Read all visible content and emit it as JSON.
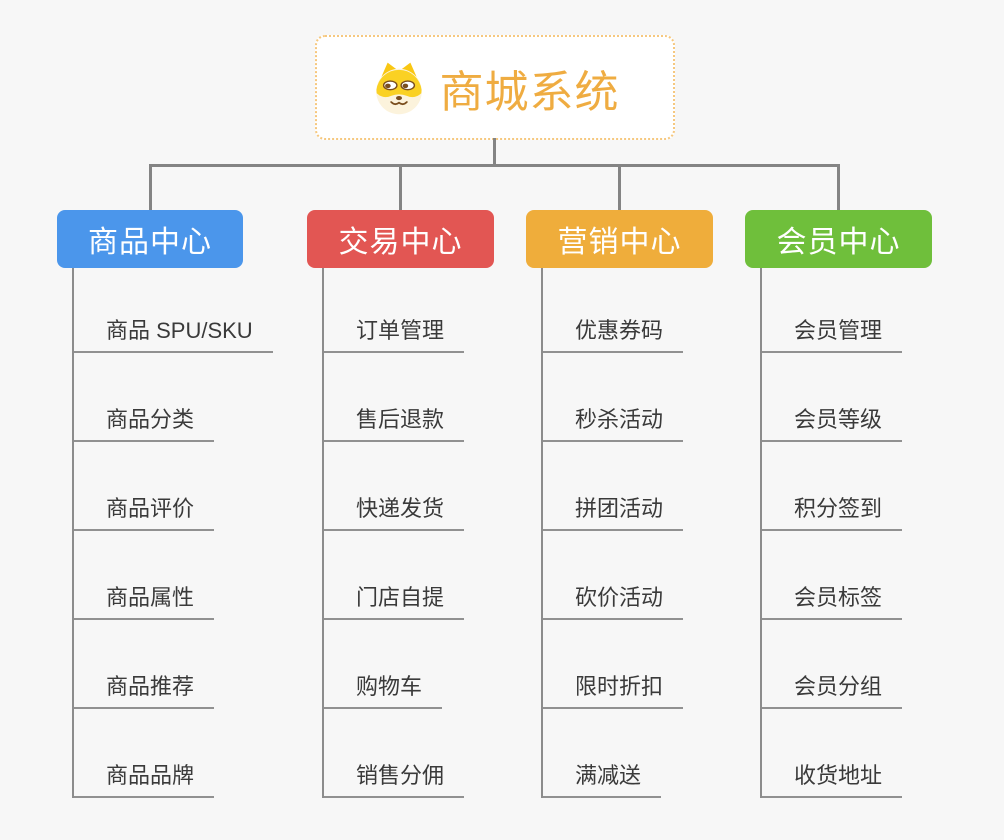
{
  "root": {
    "title": "商城系统",
    "icon": "shiba-dog-icon"
  },
  "branches": [
    {
      "label": "商品中心",
      "color": "#4b96eb",
      "children": [
        "商品 SPU/SKU",
        "商品分类",
        "商品评价",
        "商品属性",
        "商品推荐",
        "商品品牌"
      ]
    },
    {
      "label": "交易中心",
      "color": "#e25653",
      "children": [
        "订单管理",
        "售后退款",
        "快递发货",
        "门店自提",
        "购物车",
        "销售分佣"
      ]
    },
    {
      "label": "营销中心",
      "color": "#efad3b",
      "children": [
        "优惠券码",
        "秒杀活动",
        "拼团活动",
        "砍价活动",
        "限时折扣",
        "满减送"
      ]
    },
    {
      "label": "会员中心",
      "color": "#6fbf3b",
      "children": [
        "会员管理",
        "会员等级",
        "积分签到",
        "会员标签",
        "会员分组",
        "收货地址"
      ]
    }
  ],
  "colors": {
    "background": "#f7f7f7",
    "root_text": "#efac41",
    "root_border": "#f6c87f",
    "connector": "#848484",
    "leaf_line": "#919191",
    "leaf_text": "#3a3a3a"
  }
}
